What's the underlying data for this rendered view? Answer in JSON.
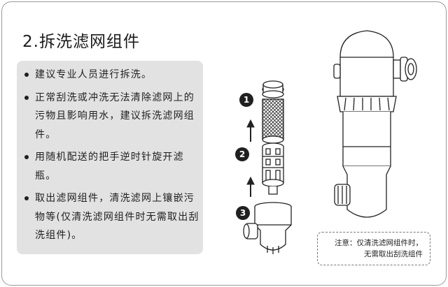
{
  "title": "2.拆洗滤网组件",
  "bullets": [
    "建议专业人员进行拆洗。",
    "正常刮洗或冲洗无法清除滤网上的污物且影响用水，建议拆洗滤网组件。",
    "用随机配送的把手逆时针旋开滤瓶。",
    "取出滤网组件，清洗滤网上镶嵌污物等(仅清洗滤网组件时无需取出刮洗组件)。"
  ],
  "steps": [
    "1",
    "2",
    "3"
  ],
  "note": {
    "line1": "注意：仅清洗滤网组件时，",
    "line2": "无需取出刮洗组件"
  }
}
